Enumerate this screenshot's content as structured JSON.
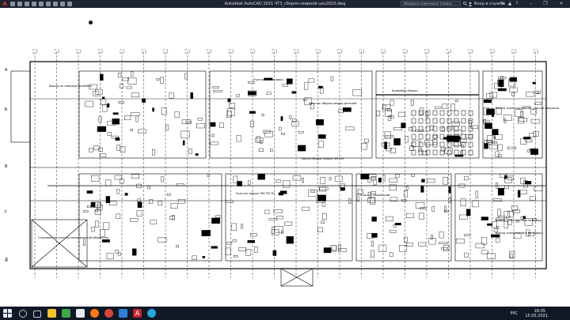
{
  "window": {
    "logo": "A",
    "title": "Autodesk AutoCAD 2021    ЧТЗ_сборно-сварной цех2010.dwg",
    "search_placeholder": "Введите ключевое слово/фразу",
    "sign_in": "Вход в службы",
    "minimize": "–",
    "restore": "❐",
    "close": "✕"
  },
  "drawing": {
    "grid_row_labels": [
      "А",
      "Б",
      "В",
      "Г",
      "Д"
    ],
    "notes": {
      "top_left": "Выход на главный конвейер",
      "conveyor": "Конвейер сборки",
      "top_mid": "Участок штамповки",
      "upper_zone": "Участок сборки сварки деталей",
      "mid_zone": "Линия сборки сварки ЛМ-ТМ",
      "lower_zone": "Участок сварки ЛМ-ТМ-ТК",
      "lower_mid": "Участок сборки рам",
      "right_top": "Выход транспортёра на участок покраски",
      "right_mid": "Выход транспортёра на склад",
      "right_bottom": "Выход транспортёра на сборку",
      "bottom_left": "Стыковка на участок механической обработки"
    }
  },
  "taskbar": {
    "lang": "РУС",
    "time": "18:35",
    "date": "15.05.2021"
  }
}
